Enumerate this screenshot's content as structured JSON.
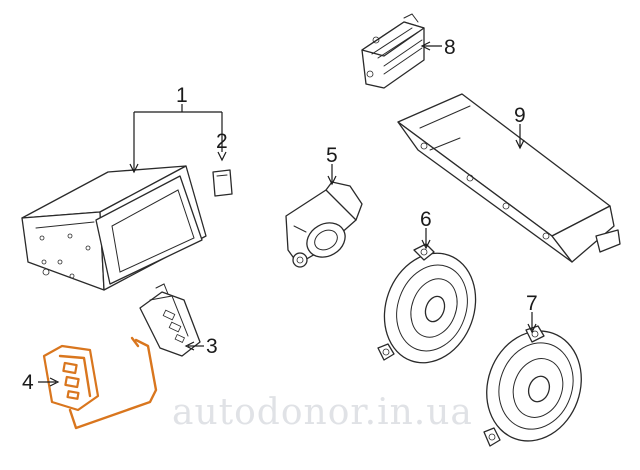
{
  "callouts": [
    {
      "id": "1",
      "text": "1",
      "part": "head-unit"
    },
    {
      "id": "2",
      "text": "2",
      "part": "memory-card"
    },
    {
      "id": "3",
      "text": "3",
      "part": "usb-aux-port"
    },
    {
      "id": "4",
      "text": "4",
      "part": "switch-with-wire"
    },
    {
      "id": "5",
      "text": "5",
      "part": "tweeter"
    },
    {
      "id": "6",
      "text": "6",
      "part": "front-speaker"
    },
    {
      "id": "7",
      "text": "7",
      "part": "rear-speaker"
    },
    {
      "id": "8",
      "text": "8",
      "part": "amplifier-module"
    },
    {
      "id": "9",
      "text": "9",
      "part": "antenna-module"
    }
  ],
  "watermark": "autodonor.in.ua",
  "colors": {
    "highlight": "#d9761e",
    "line": "#2a2a2a",
    "watermark": "#c8ccd2"
  }
}
